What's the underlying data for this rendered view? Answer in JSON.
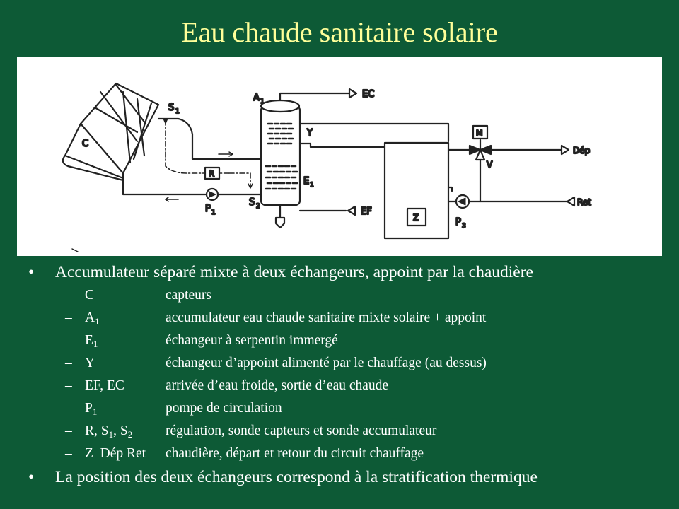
{
  "slide": {
    "title": "Eau chaude sanitaire solaire"
  },
  "diagram": {
    "labels": {
      "C": "C",
      "A1": "A",
      "A1_sub": "1",
      "S1": "S",
      "S1_sub": "1",
      "S2": "S",
      "S2_sub": "2",
      "Y": "Y",
      "E1": "E",
      "E1_sub": "1",
      "R": "R",
      "P1": "P",
      "P1_sub": "1",
      "P3": "P",
      "P3_sub": "3",
      "EC": "EC",
      "EF": "EF",
      "M": "M",
      "V": "V",
      "Z": "Z",
      "Dep": "Dép",
      "Ret": "Ret"
    }
  },
  "bullets": [
    {
      "text": "Accumulateur séparé mixte à deux échangeurs, appoint par la chaudière"
    },
    {
      "text": "La position des deux échangeurs correspond à la stratification thermique"
    }
  ],
  "legend": [
    {
      "key": "C",
      "desc": "capteurs"
    },
    {
      "key_main": "A",
      "key_sub": "1",
      "desc": "accumulateur eau chaude sanitaire mixte solaire + appoint"
    },
    {
      "key_main": "E",
      "key_sub": "1",
      "desc": "échangeur à serpentin immergé"
    },
    {
      "key": "Y",
      "desc": "échangeur d’appoint alimenté par le chauffage (au dessus)"
    },
    {
      "key": "EF, EC",
      "desc": "arrivée d’eau froide, sortie d’eau chaude"
    },
    {
      "key_main": "P",
      "key_sub": "1",
      "desc": "pompe de circulation"
    },
    {
      "key_a": "R, S",
      "key_a_sub": "1",
      "key_b": ", S",
      "key_b_sub": "2",
      "desc": "régulation, sonde capteurs et sonde accumulateur"
    },
    {
      "key": "Z  Dép Ret",
      "desc": "chaudière, départ et retour du circuit chauffage"
    }
  ],
  "bullet_glyph": "•",
  "dash_glyph": "–",
  "colors": {
    "background": "#0d5a36",
    "title": "#ffff99",
    "text": "#ffffff"
  }
}
